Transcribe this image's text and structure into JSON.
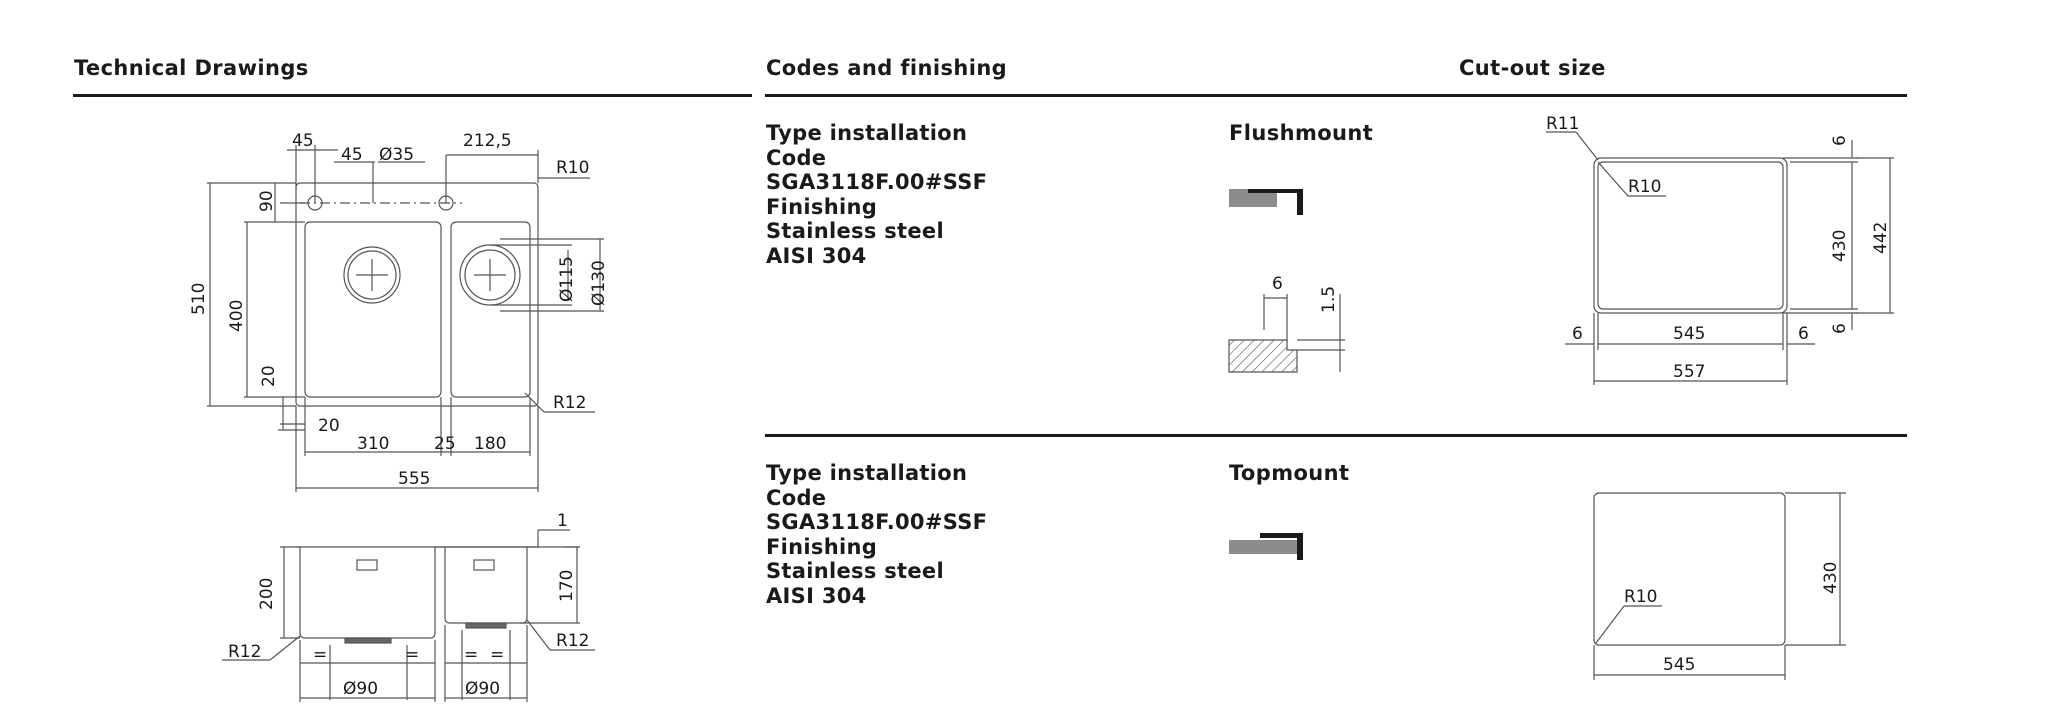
{
  "headers": {
    "technical_drawings": "Technical Drawings",
    "codes_and_finishing": "Codes and finishing",
    "cutout_size": "Cut-out size"
  },
  "sections": [
    {
      "type_installation_label": "Type installation",
      "code_label": "Code",
      "code_value": "SGA3118F.00#SSF",
      "finishing_label": "Finishing",
      "finishing_value": "Stainless steel",
      "material": "AISI 304",
      "mount_type": "Flushmount"
    },
    {
      "type_installation_label": "Type installation",
      "code_label": "Code",
      "code_value": "SGA3118F.00#SSF",
      "finishing_label": "Finishing",
      "finishing_value": "Stainless steel",
      "material": "AISI 304",
      "mount_type": "Topmount"
    }
  ],
  "top_view_dims": {
    "d45a": "45",
    "d45b": "45",
    "d35": "Ø35",
    "d212": "212,5",
    "r10": "R10",
    "d90": "90",
    "d510": "510",
    "d400": "400",
    "d20v": "20",
    "d115": "Ø115",
    "d130": "Ø130",
    "r12": "R12",
    "d20h": "20",
    "d310": "310",
    "d25": "25",
    "d180": "180",
    "d555": "555"
  },
  "front_view_dims": {
    "d1": "1",
    "d200": "200",
    "d170": "170",
    "r12l": "R12",
    "r12r": "R12",
    "eq": "=",
    "d90l": "Ø90",
    "d90r": "Ø90"
  },
  "flush_profile_dims": {
    "d6": "6",
    "d15": "1.5"
  },
  "flush_cutout_dims": {
    "r11": "R11",
    "r10": "R10",
    "d6t": "6",
    "d430": "430",
    "d442": "442",
    "d6l": "6",
    "d545": "545",
    "d6r": "6",
    "d6b": "6",
    "d557": "557"
  },
  "top_cutout_dims": {
    "r10": "R10",
    "d430": "430",
    "d545": "545"
  },
  "colors": {
    "ink": "#1a1a1a",
    "line": "#555555",
    "profile": "#8c8c8c"
  }
}
